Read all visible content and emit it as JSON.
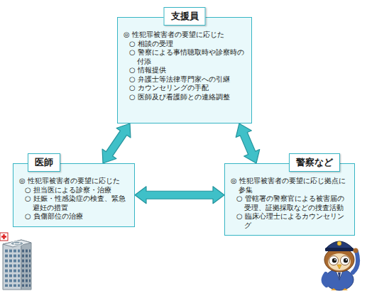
{
  "diagram": {
    "nodes": [
      {
        "text": [
          "支援員",
          "◎ 性犯罪被害者の要望に応じた",
          "○ 相談の受理",
          "○ 警察による事情聴取時や診察時の付添",
          "○ 情報提供",
          "○ 弁護士等法律専門家への引継",
          "○ カウンセリングの手配",
          "○ 医師及び看護師との連絡調整"
        ]
      },
      {
        "text": [
          "医師",
          "◎ 性犯罪被害者の要望に応じた",
          "○ 担当医による診察・治療",
          "○ 妊娠・性感染症の検査、緊急避妊の措置",
          "○ 負傷部位の治療"
        ]
      },
      {
        "text": [
          "警察など",
          "◎ 性犯罪被害者の要望に応じ拠点に参集",
          "○ 管轄署の警察官による被害届の受理、証拠採取などの捜査活動",
          "○ 臨床心理士によるカウンセリング"
        ]
      }
    ],
    "edges": [
      {
        "from": 0,
        "to": 1,
        "arrow": "both"
      },
      {
        "from": 0,
        "to": 2,
        "arrow": "both"
      },
      {
        "from": 1,
        "to": 2,
        "arrow": "both"
      }
    ]
  }
}
